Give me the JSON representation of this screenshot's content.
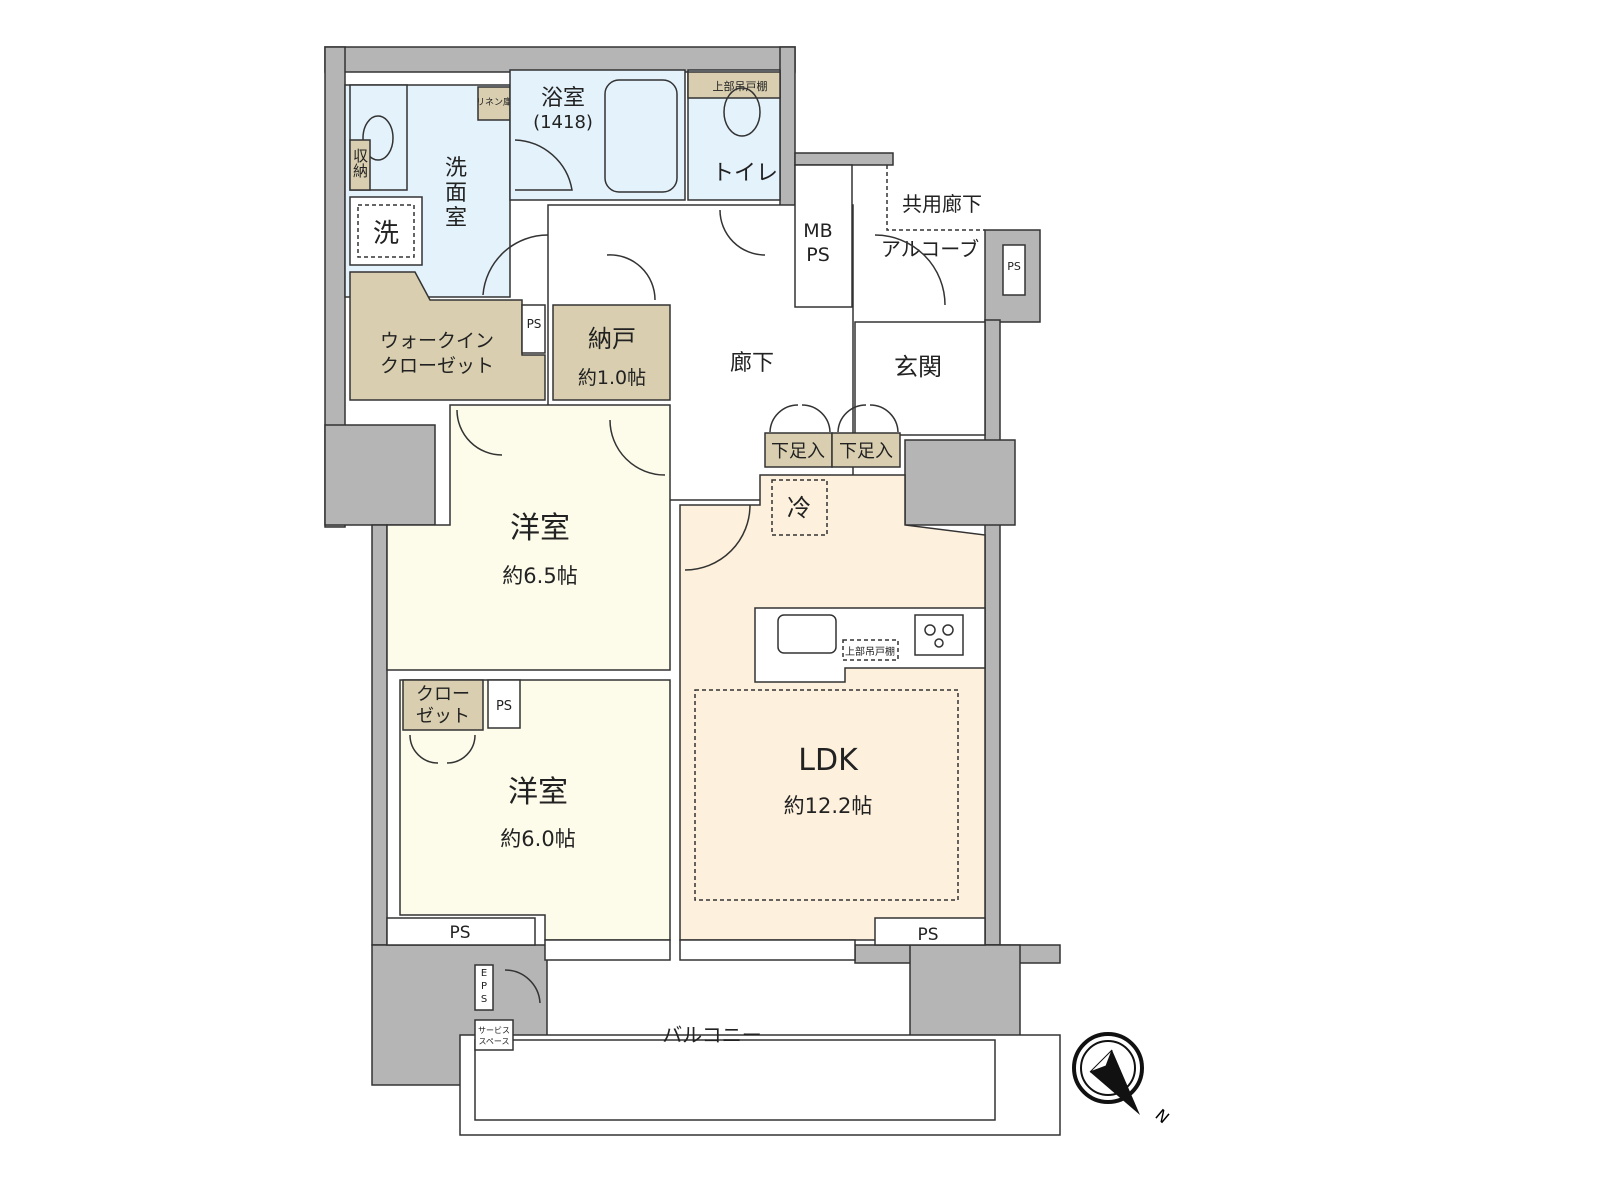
{
  "rooms": {
    "bath": {
      "name": "浴室",
      "size": "(1418)"
    },
    "linen": "リネン庫",
    "upper_cabinet_toilet": "上部吊戸棚",
    "toilet": "トイレ",
    "storage_wash": "収納",
    "washroom": [
      "洗",
      "面",
      "室"
    ],
    "laundry": "洗",
    "mbps": [
      "MB",
      "PS"
    ],
    "common_corridor": "共用廊下",
    "alcove": "アルコーブ",
    "ps": "PS",
    "wic": [
      "ウォークイン",
      "クローゼット"
    ],
    "nando": {
      "name": "納戸",
      "size": "約1.0帖"
    },
    "hallway": "廊下",
    "entrance": "玄関",
    "shoe_box": "下足入",
    "fridge": "冷",
    "western1": {
      "name": "洋室",
      "size": "約6.5帖"
    },
    "western2": {
      "name": "洋室",
      "size": "約6.0帖"
    },
    "closet": [
      "クロー",
      "ゼット"
    ],
    "upper_cabinet_kitchen": "上部吊戸棚",
    "ldk": {
      "name": "LDK",
      "size": "約12.2帖"
    },
    "eps": [
      "E",
      "P",
      "S"
    ],
    "service_space": [
      "サービス",
      "スペース"
    ],
    "balcony": "バルコニー"
  },
  "compass": {
    "label": "N",
    "direction": "south-east"
  },
  "colors": {
    "wall": "#b5b5b5",
    "wet": "#e4f2fb",
    "storage": "#d9cfb0",
    "western": "#fdfbea",
    "ldk": "#fdf0dc"
  }
}
